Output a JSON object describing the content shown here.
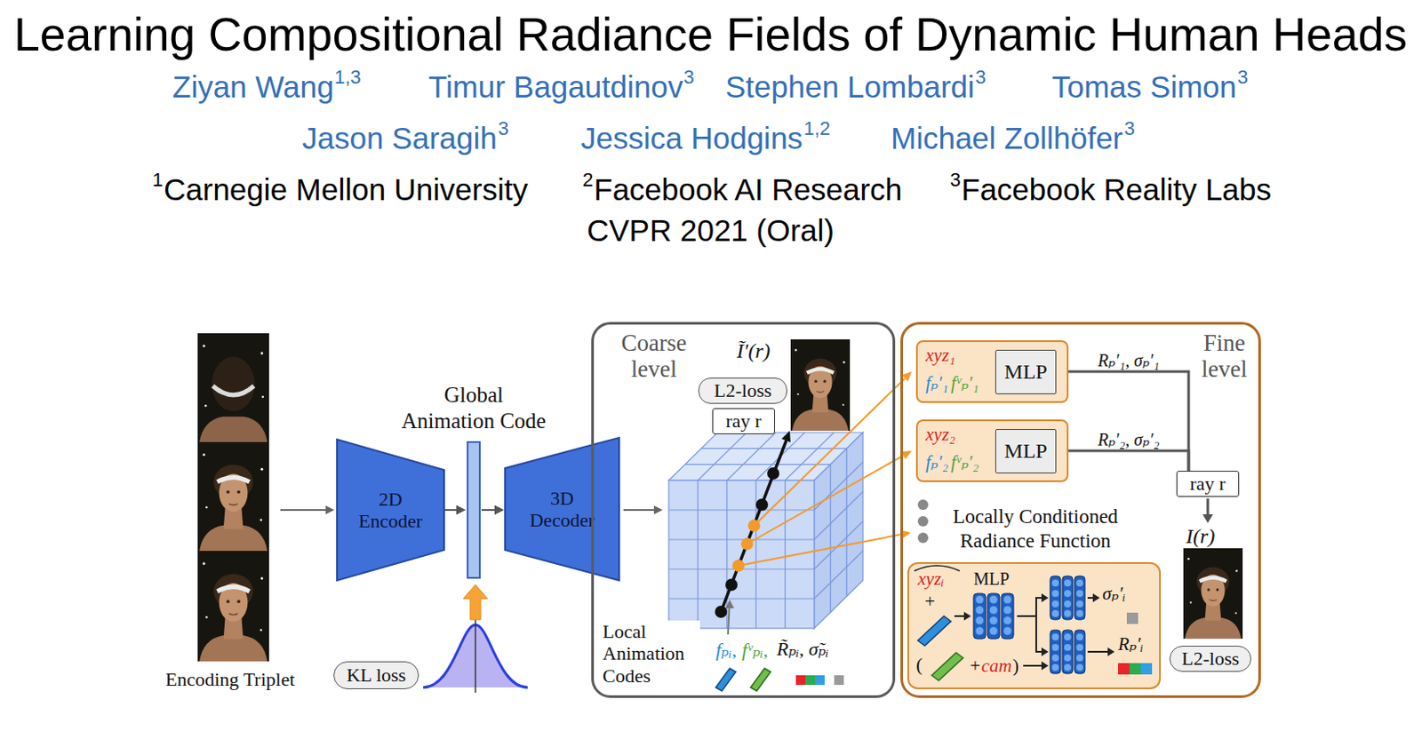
{
  "diagram": {
    "title": "Learning Compositional Radiance Fields of Dynamic Human Heads",
    "nodes": [
      {
        "text": [
          "2D Encoder"
        ]
      },
      {
        "text": [
          "Global Animation Code"
        ]
      },
      {
        "text": [
          "3D Decoder"
        ]
      },
      {
        "text": [
          "KL loss"
        ]
      },
      {
        "text": [
          "Coarse level"
        ]
      },
      {
        "text": [
          "L2-loss"
        ],
        "in": 4
      },
      {
        "text": [
          "ray r"
        ],
        "in": 4
      },
      {
        "text": [
          "Fine level"
        ]
      },
      {
        "text": [
          "xyz₁",
          "fₚ′₁",
          "fᵛₚ′₁"
        ],
        "in": 7
      },
      {
        "text": [
          "MLP"
        ],
        "in": 8
      },
      {
        "text": [
          "xyz₂",
          "fₚ′₂",
          "fᵛₚ′₂"
        ],
        "in": 7
      },
      {
        "text": [
          "MLP"
        ],
        "in": 10
      },
      {
        "text": [
          "ray r"
        ],
        "in": 7
      },
      {
        "text": [
          "L2-loss"
        ],
        "in": 7
      },
      {
        "text": [
          "Locally Conditioned Radiance Function",
          "xyzᵢ",
          "+",
          "MLP",
          "σₚ′ᵢ",
          "Rₚ′ᵢ",
          "(",
          "+",
          "cam",
          ")"
        ],
        "in": 7
      }
    ],
    "edges": [
      {
        "from": 0,
        "to": 1,
        "arrow": "to"
      },
      {
        "from": 1,
        "to": 2,
        "arrow": "to"
      },
      {
        "from": 8,
        "to": 12,
        "label": "Rₚ′₁, σₚ′₁",
        "arrow": "none"
      },
      {
        "from": 10,
        "to": 12,
        "label": "Rₚ′₂, σₚ′₂",
        "arrow": "none"
      }
    ],
    "labels": [
      "Ziyan Wang",
      "1,3",
      "Timur Bagautdinov",
      "3",
      "Stephen Lombardi",
      "3",
      "Tomas Simon",
      "3",
      "Jason Saragih",
      "3",
      "Jessica Hodgins",
      "1,2",
      "Michael Zollhöfer",
      "3",
      "1",
      "Carnegie Mellon University",
      "2",
      "Facebook AI Research",
      "3",
      "Facebook Reality Labs",
      "CVPR 2021 (Oral)",
      "Encoding Triplet",
      "Ĩ′(r)",
      "Local Animation Codes",
      "fₚᵢ,",
      "fᵛₚᵢ,",
      "R̃ₚᵢ, σ̃ₚᵢ",
      "I(r)"
    ]
  }
}
